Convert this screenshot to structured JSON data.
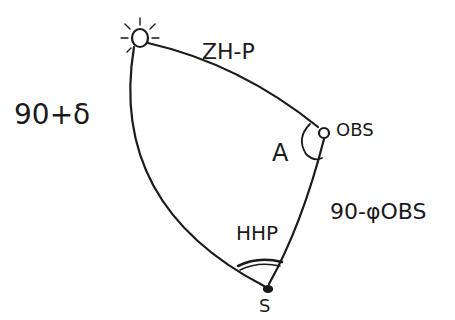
{
  "diagram": {
    "labels": [
      "ZH-P",
      "90+δ",
      "A",
      "HHP",
      "90-φOBS",
      "OBS",
      "S"
    ]
  }
}
